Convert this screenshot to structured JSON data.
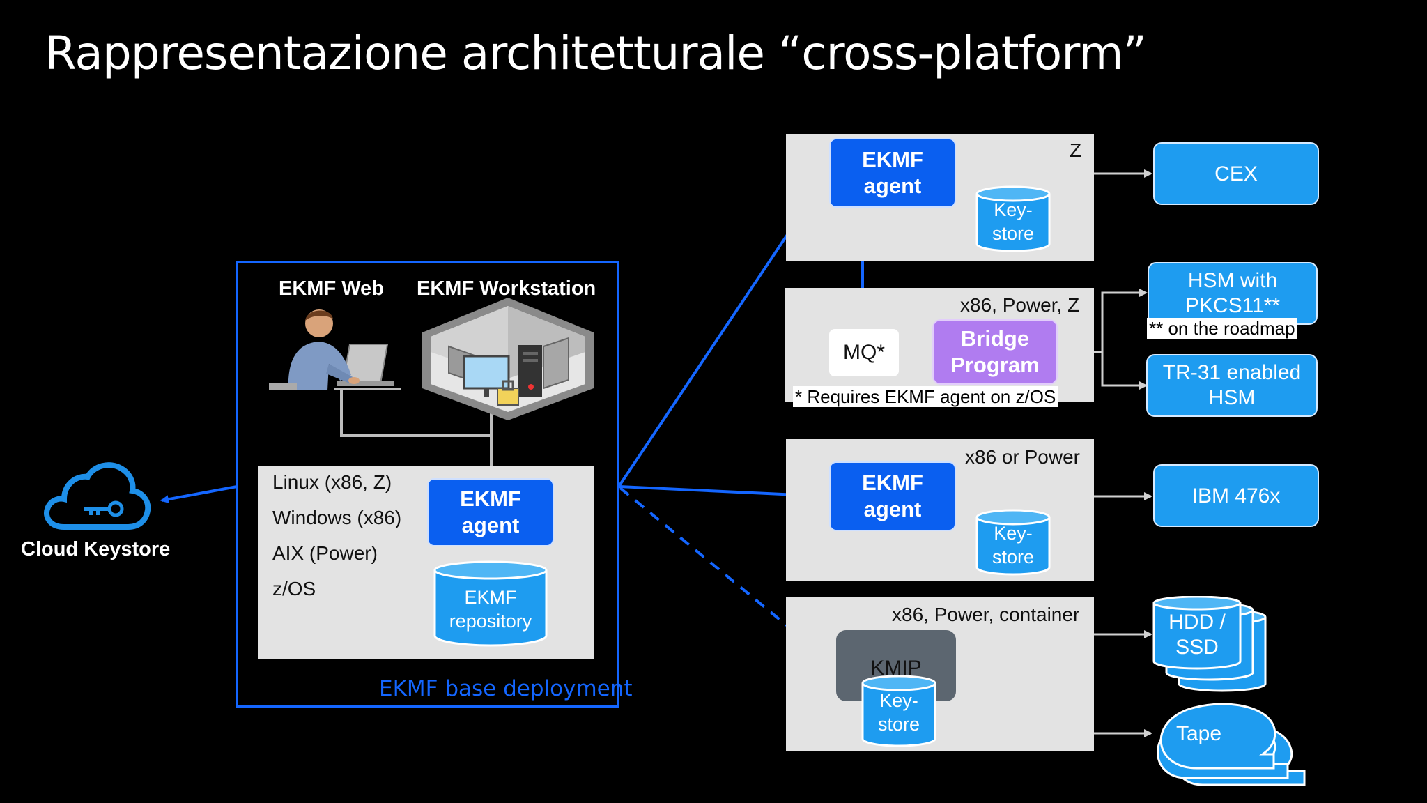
{
  "title": "Rappresentazione architetturale  “cross-platform”",
  "cloud": {
    "label": "Cloud Keystore"
  },
  "base": {
    "web_label": "EKMF Web",
    "workstation_label": "EKMF Workstation",
    "platforms": [
      "Linux (x86, Z)",
      "Windows (x86)",
      "AIX (Power)",
      "z/OS"
    ],
    "agent_label": "EKMF agent",
    "repository_label": "EKMF repository",
    "footer": "EKMF base deployment"
  },
  "row1": {
    "platform": "Z",
    "agent_label": "EKMF agent",
    "keystore_label": "Key-store",
    "target": "CEX"
  },
  "row2": {
    "platform": "x86, Power, Z",
    "mq_label": "MQ*",
    "bridge_label": "Bridge Program",
    "note": "* Requires EKMF agent on z/OS",
    "target_hsm": "HSM with PKCS11**",
    "roadmap_note": "** on the roadmap",
    "target_tr31": "TR-31 enabled HSM"
  },
  "row3": {
    "platform": "x86 or Power",
    "agent_label": "EKMF agent",
    "keystore_label": "Key-store",
    "target": "IBM 476x"
  },
  "row4": {
    "platform": "x86, Power, container",
    "kmip_label": "KMIP",
    "keystore_label": "Key-store",
    "target_disk": "HDD / SSD",
    "target_tape": "Tape"
  },
  "colors": {
    "background": "#000000",
    "agent_blue": "#0a5ff0",
    "light_blue": "#1e9cf0",
    "bridge_purple": "#b07cf0",
    "panel_gray": "#e3e3e3",
    "kmip_gray": "#5c6670",
    "connector_blue": "#1466ff"
  }
}
